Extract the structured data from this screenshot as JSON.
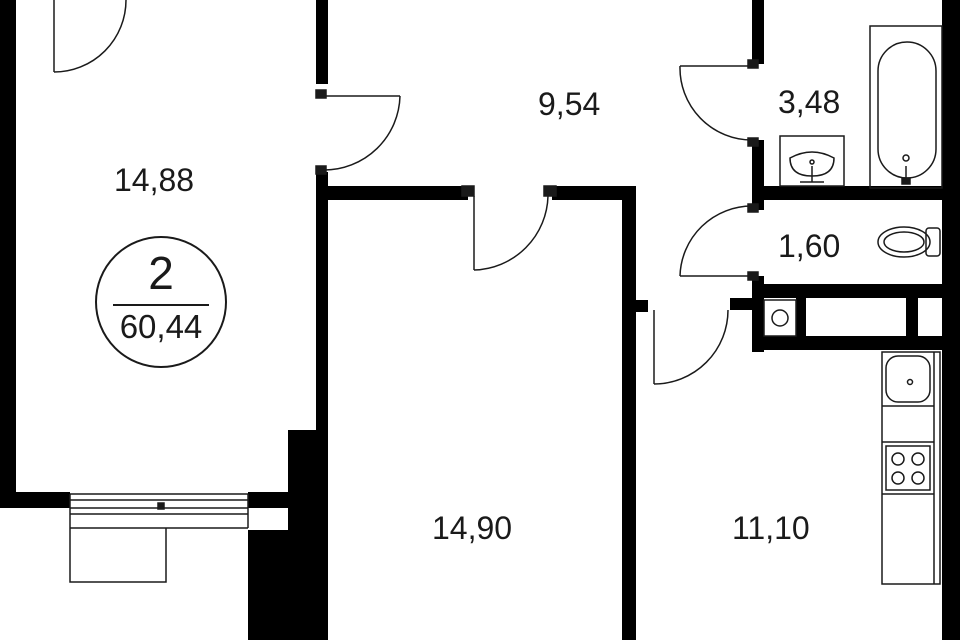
{
  "plan": {
    "badge": {
      "rooms": "2",
      "total_area": "60,44"
    },
    "rooms": [
      {
        "id": "room-left",
        "area": "14,88"
      },
      {
        "id": "hallway",
        "area": "9,54"
      },
      {
        "id": "bathroom",
        "area": "3,48"
      },
      {
        "id": "toilet",
        "area": "1,60"
      },
      {
        "id": "bedroom",
        "area": "14,90"
      },
      {
        "id": "kitchen",
        "area": "11,10"
      }
    ],
    "colors": {
      "wall": "#000000",
      "line": "#1a1a1a",
      "background": "#ffffff"
    }
  }
}
